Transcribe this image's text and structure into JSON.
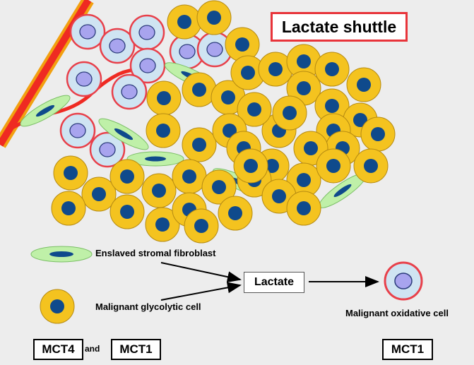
{
  "title": "Lactate shuttle",
  "legend": {
    "fibroblast_label": "Enslaved stromal fibroblast",
    "glycolytic_label": "Malignant glycolytic cell",
    "oxidative_label": "Malignant oxidative cell",
    "lactate_label": "Lactate"
  },
  "transporters": {
    "left_first": "MCT4",
    "connector": "and",
    "left_second": "MCT1",
    "right": "MCT1"
  },
  "colors": {
    "glycolytic_fill": "#f4c31f",
    "nucleus": "#0f4a8c",
    "oxidative_fill": "#cfe4f2",
    "oxidative_border": "#e8404a",
    "oxidative_nucleus": "#a8a4ee",
    "fibroblast_fill": "#bff0a8",
    "vessel": "#ef2a22",
    "vessel_edge": "#f2a010",
    "title_border": "#e8343a"
  }
}
